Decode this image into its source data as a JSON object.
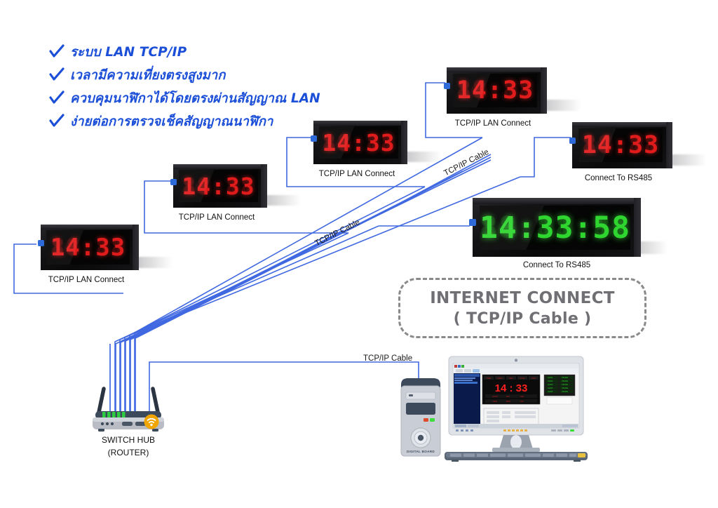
{
  "diagram": {
    "title": "LAN TCP/IP Digital Clock Network Diagram",
    "background": "#ffffff",
    "cable_color": "#4169e1",
    "feature_text_color": "#1c4fd8"
  },
  "features": [
    {
      "icon": "check-icon",
      "text": "ระบบ LAN TCP/IP"
    },
    {
      "icon": "check-icon",
      "text": "เวลามีความเที่ยงตรงสูงมาก"
    },
    {
      "icon": "check-icon",
      "text": "ควบคุมนาฬิกาได้โดยตรงผ่านสัญญาณ LAN"
    },
    {
      "icon": "check-icon",
      "text": "ง่ายต่อการตรวจเช็คสัญญาณนาฬิกา"
    }
  ],
  "clocks": [
    {
      "id": "clock-top-center",
      "time": "14:33",
      "caption": "TCP/IP LAN Connect",
      "color": "#e01b1b",
      "size": "small"
    },
    {
      "id": "clock-top-right",
      "time": "14:33",
      "caption": "Connect To RS485",
      "color": "#e01b1b",
      "size": "small"
    },
    {
      "id": "clock-mid-center",
      "time": "14:33",
      "caption": "TCP/IP LAN Connect",
      "color": "#e01b1b",
      "size": "small"
    },
    {
      "id": "clock-mid-left",
      "time": "14:33",
      "caption": "TCP/IP LAN Connect",
      "color": "#e01b1b",
      "size": "small"
    },
    {
      "id": "clock-left",
      "time": "14:33",
      "caption": "TCP/IP LAN Connect",
      "color": "#e01b1b",
      "size": "small"
    },
    {
      "id": "clock-large-green",
      "time": "14:33:58",
      "caption": "Connect To RS485",
      "color": "#2fd62f",
      "size": "large"
    }
  ],
  "cable_labels": [
    {
      "id": "cable-label-upper",
      "text": "TCP/IP Cable"
    },
    {
      "id": "cable-label-lower",
      "text": "TCP/IP Cable"
    },
    {
      "id": "cable-label-pc",
      "text": "TCP/IP Cable"
    }
  ],
  "internet_box": {
    "line1": "INTERNET CONNECT",
    "line2": "( TCP/IP Cable )",
    "border_color": "#8a8a8a",
    "text_color": "#6f6f74"
  },
  "router": {
    "caption_line1": "SWITCH HUB",
    "caption_line2": "(ROUTER)",
    "wifi_badge_color": "#f0a500",
    "led_color": "#2ecc40",
    "body_color": "#b9bcc4",
    "top_color": "#3d4a5c"
  },
  "pc_tower": {
    "brand_label": "DIGITAL BOARD",
    "body_color": "#c9ced6",
    "accent_color": "#3d4a5c",
    "led_green": "#3ddc3d",
    "led_red": "#e04a2a"
  },
  "monitor": {
    "app_clock_time": "14 : 33",
    "app_clock_color": "#ff2020",
    "bezel_color": "#dfe3e8",
    "screen_color": "#f2f2f2",
    "sidebar_color": "#0a1a4a"
  }
}
